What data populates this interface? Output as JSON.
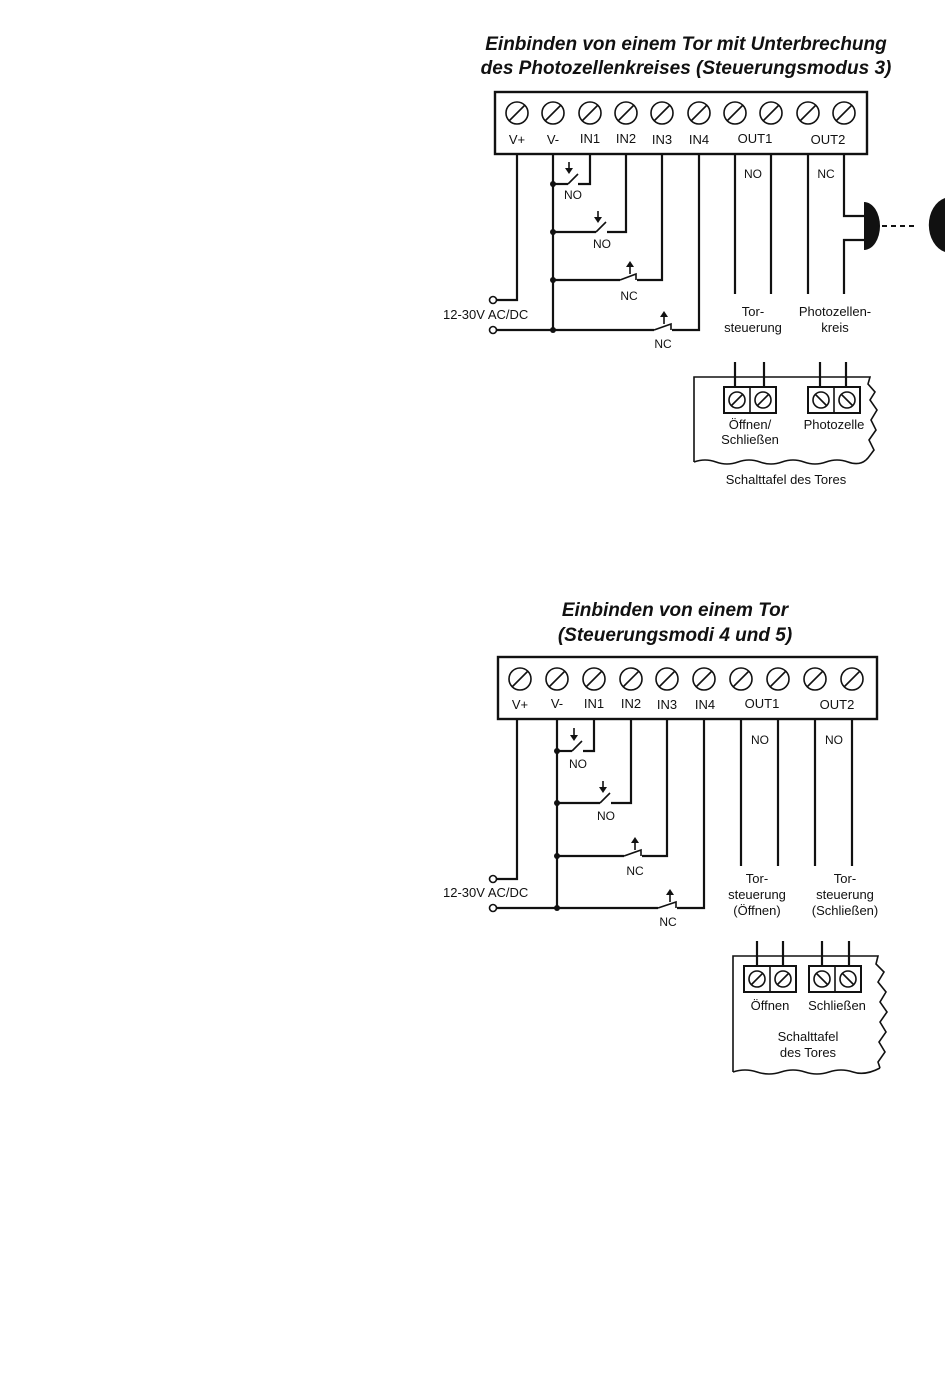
{
  "diagram1": {
    "title_line1": "Einbinden von einem Tor mit Unterbrechung",
    "title_line2": "des Photozellenkreises (Steuerungsmodus 3)",
    "terminals": [
      "V+",
      "V-",
      "IN1",
      "IN2",
      "IN3",
      "IN4",
      "OUT1",
      "OUT2"
    ],
    "contacts": [
      "NO",
      "NO",
      "NC",
      "NC"
    ],
    "out1_type": "NO",
    "out2_type": "NC",
    "supply": "12-30V AC/DC",
    "out1_label": [
      "Tor-",
      "steuerung"
    ],
    "out2_label": [
      "Photozellen-",
      "kreis"
    ],
    "gate_terminals": [
      [
        "Öffnen/",
        "Schließen"
      ],
      [
        "Photozelle"
      ]
    ],
    "panel_label": [
      "Schalttafel des Tores"
    ]
  },
  "diagram2": {
    "title_line1": "Einbinden von einem Tor",
    "title_line2": "(Steuerungsmodi 4 und 5)",
    "terminals": [
      "V+",
      "V-",
      "IN1",
      "IN2",
      "IN3",
      "IN4",
      "OUT1",
      "OUT2"
    ],
    "contacts": [
      "NO",
      "NO",
      "NC",
      "NC"
    ],
    "out1_type": "NO",
    "out2_type": "NO",
    "supply": "12-30V AC/DC",
    "out1_label": [
      "Tor-",
      "steuerung",
      "(Öffnen)"
    ],
    "out2_label": [
      "Tor-",
      "steuerung",
      "(Schließen)"
    ],
    "gate_terminals": [
      [
        "Öffnen"
      ],
      [
        "Schließen"
      ]
    ],
    "panel_label": [
      "Schalttafel",
      "des Tores"
    ]
  }
}
